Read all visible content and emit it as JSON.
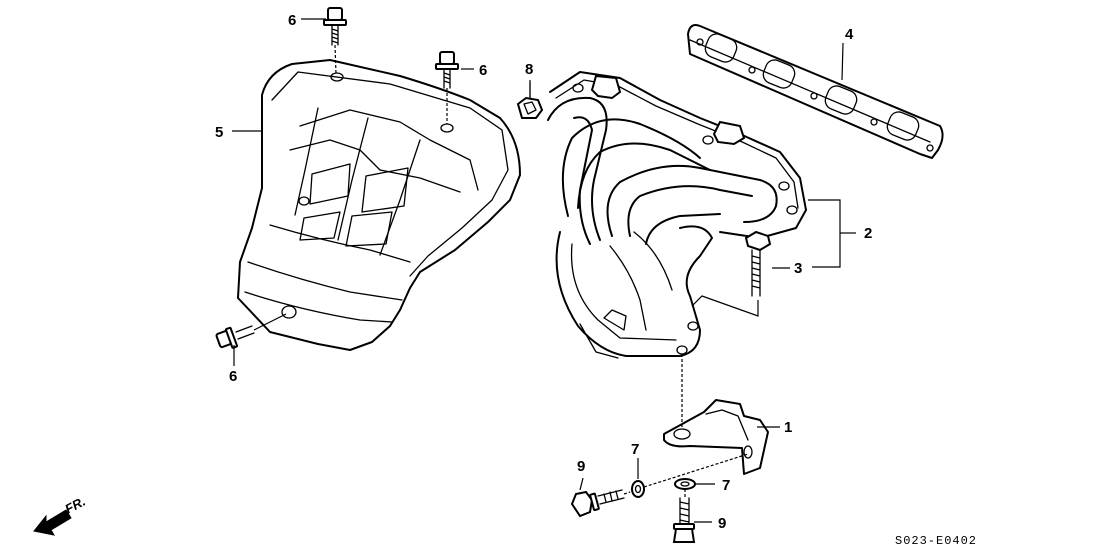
{
  "callouts": {
    "c1": "1",
    "c2": "2",
    "c3": "3",
    "c4": "4",
    "c5": "5",
    "c6a": "6",
    "c6b": "6",
    "c6c": "6",
    "c7a": "7",
    "c7b": "7",
    "c8": "8",
    "c9a": "9",
    "c9b": "9"
  },
  "direction_label": "FR.",
  "diagram_code": "S023-E0402"
}
